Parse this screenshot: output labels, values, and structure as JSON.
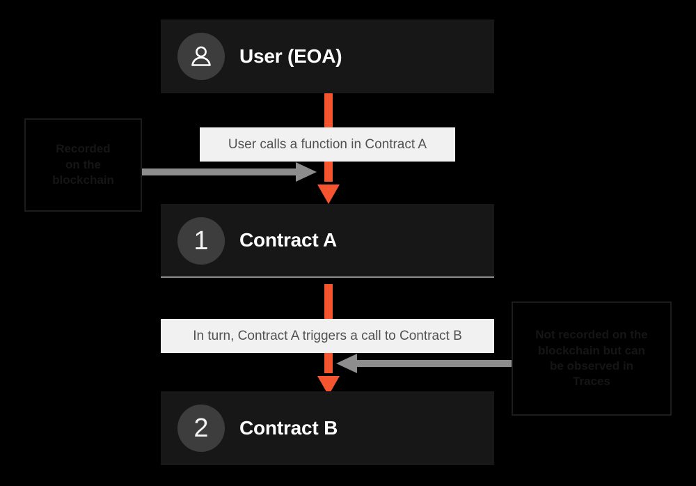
{
  "diagram": {
    "title": "Contract call flow",
    "background_color": "#000000",
    "accent_color": "#f4542e",
    "card_color": "#171717",
    "badge_color": "#3d3d3d",
    "label_chip_color": "#f1f1f1",
    "label_text_color": "#525252",
    "gray_arrow_color": "#8d8d8d",
    "annotation_text_color": "#151515"
  },
  "nodes": [
    {
      "id": "user",
      "title": "User (EOA)",
      "badge_type": "person-icon",
      "badge_label": ""
    },
    {
      "id": "contract-a",
      "title": "Contract A",
      "badge_type": "number",
      "badge_label": "1"
    },
    {
      "id": "contract-b",
      "title": "Contract B",
      "badge_type": "number",
      "badge_label": "2"
    }
  ],
  "edges": [
    {
      "id": "user-to-contract-a",
      "label": "User calls a function in Contract A"
    },
    {
      "id": "contract-a-to-contract-b",
      "label": "In turn, Contract A triggers a call to Contract B"
    }
  ],
  "annotations": [
    {
      "id": "recorded-on-chain",
      "lines": [
        "Recorded",
        "on the",
        "blockchain"
      ],
      "arrow_direction": "right"
    },
    {
      "id": "not-recorded-on-chain",
      "lines": [
        "Not recorded on the",
        "blockchain but can",
        "be observed in",
        "Traces"
      ],
      "arrow_direction": "left"
    }
  ]
}
